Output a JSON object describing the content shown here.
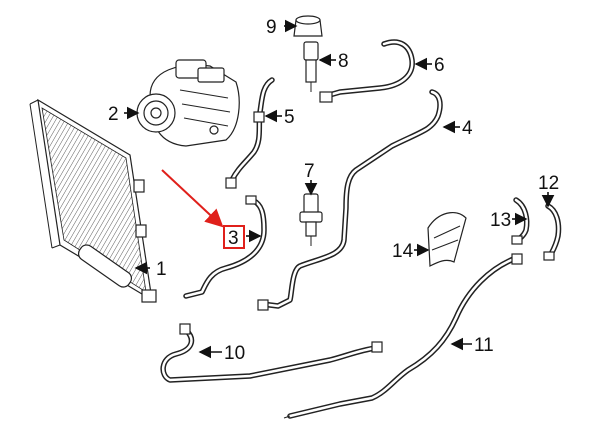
{
  "diagram": {
    "callouts": [
      "1",
      "2",
      "3",
      "4",
      "5",
      "6",
      "7",
      "8",
      "9",
      "10",
      "11",
      "12",
      "13",
      "14"
    ],
    "highlighted_callout": "3",
    "colors": {
      "highlight": "#e0201b",
      "ink": "#111111"
    }
  }
}
